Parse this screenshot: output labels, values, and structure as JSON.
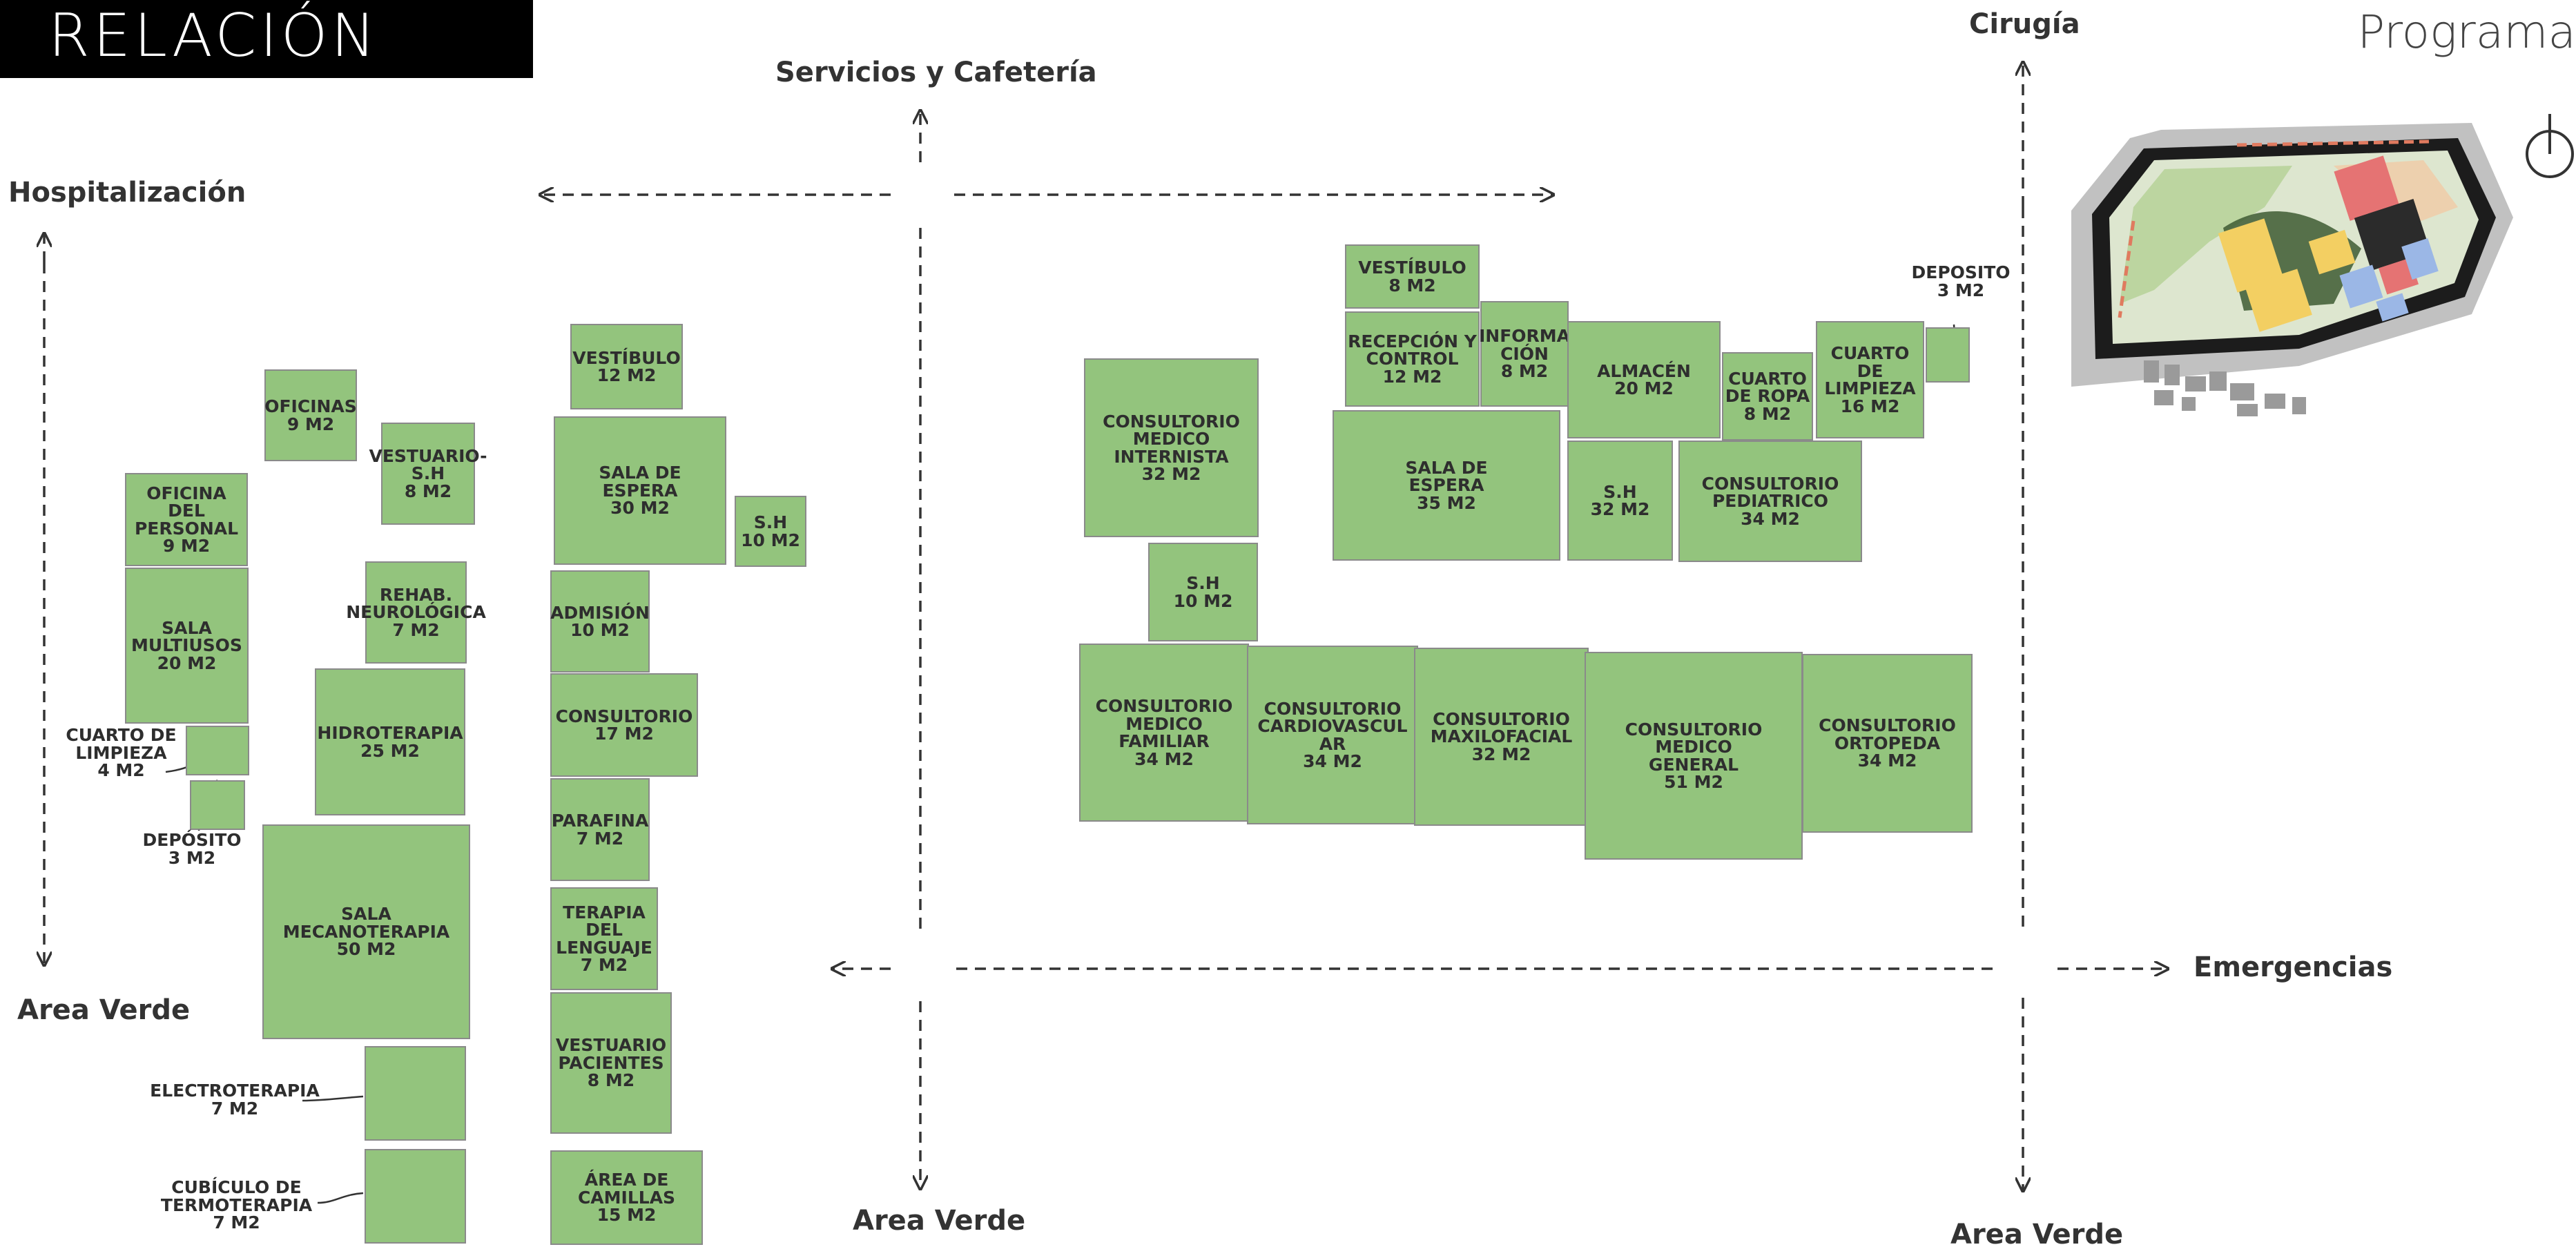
{
  "header": {
    "title": "RELACIÓN",
    "subtitle": "Programa"
  },
  "axes": {
    "hospitalizacion": "Hospitalización",
    "servicios": "Servicios y Cafetería",
    "cirugia": "Cirugía",
    "emergencias": "Emergencias",
    "area_verde_left": "Area Verde",
    "area_verde_mid": "Area Verde",
    "area_verde_right": "Area Verde"
  },
  "rooms": {
    "oficinas": "OFICINAS\n9 M2",
    "vestuario_sh": "VESTUARIO-\nS.H\n8 M2",
    "oficina_personal": "OFICINA DEL\nPERSONAL\n9 M2",
    "rehab": "REHAB.\nNEUROLÓGICA\n7 M2",
    "sala_multiusos": "SALA\nMULTIUSOS\n20 M2",
    "hidroterapia": "HIDROTERAPIA\n25 M2",
    "sala_mecanoterapia": "SALA\nMECANOTERAPIA\n50 M2",
    "vestibulo_a": "VESTÍBULO\n12 M2",
    "sala_espera_a": "SALA DE\nESPERA\n30 M2",
    "sh_a": "S.H\n10 M2",
    "admision": "ADMISIÓN\n10 M2",
    "consultorio_a": "CONSULTORIO\n17 M2",
    "parafina": "PARAFINA\n7 M2",
    "terapia_lenguaje": "TERAPIA DEL\nLENGUAJE\n7 M2",
    "vestuario_pacientes": "VESTUARIO\nPACIENTES\n8 M2",
    "area_camillas": "ÁREA DE\nCAMILLAS\n15 M2",
    "vestibulo_b": "VESTÍBULO\n8 M2",
    "recepcion": "RECEPCIÓN Y\nCONTROL\n12 M2",
    "informacion": "INFORMA\nCIÓN\n8 M2",
    "almacen": "ALMACÉN\n20 M2",
    "cuarto_ropa": "CUARTO\nDE ROPA\n8 M2",
    "cuarto_limpieza_b": "CUARTO\nDE\nLIMPIEZA\n16 M2",
    "cons_internista": "CONSULTORIO\nMEDICO\nINTERNISTA\n32 M2",
    "sala_espera_b": "SALA DE\nESPERA\n35 M2",
    "sh_b": "S.H\n32 M2",
    "cons_pediatrico": "CONSULTORIO\nPEDIATRICO\n34 M2",
    "sh_c": "S.H\n10 M2",
    "cons_familiar": "CONSULTORIO\nMEDICO\nFAMILIAR\n34 M2",
    "cons_cardio": "CONSULTORIO\nCARDIOVASCUL\nAR\n34 M2",
    "cons_maxilo": "CONSULTORIO\nMAXILOFACIAL\n32 M2",
    "cons_general": "CONSULTORIO\nMEDICO\nGENERAL\n51 M2",
    "cons_ortopeda": "CONSULTORIO\nORTOPEDA\n34 M2"
  },
  "ext_labels": {
    "cuarto_limpieza_a": "CUARTO DE\nLIMPIEZA\n4 M2",
    "deposito_a": "DEPÓSITO\n3 M2",
    "electroterapia": "ELECTROTERAPIA\n7 M2",
    "termoterapia": "CUBÍCULO DE\nTERMOTERAPIA\n7 M2",
    "deposito_b": "DEPOSITO\n3 M2"
  },
  "colors": {
    "room_fill": "#93c47d",
    "room_border": "#8a8a8a",
    "header_bg": "#000000",
    "axis_line": "#333333"
  },
  "icons": {
    "north": "north-arrow-icon",
    "site": "site-plan-map"
  }
}
